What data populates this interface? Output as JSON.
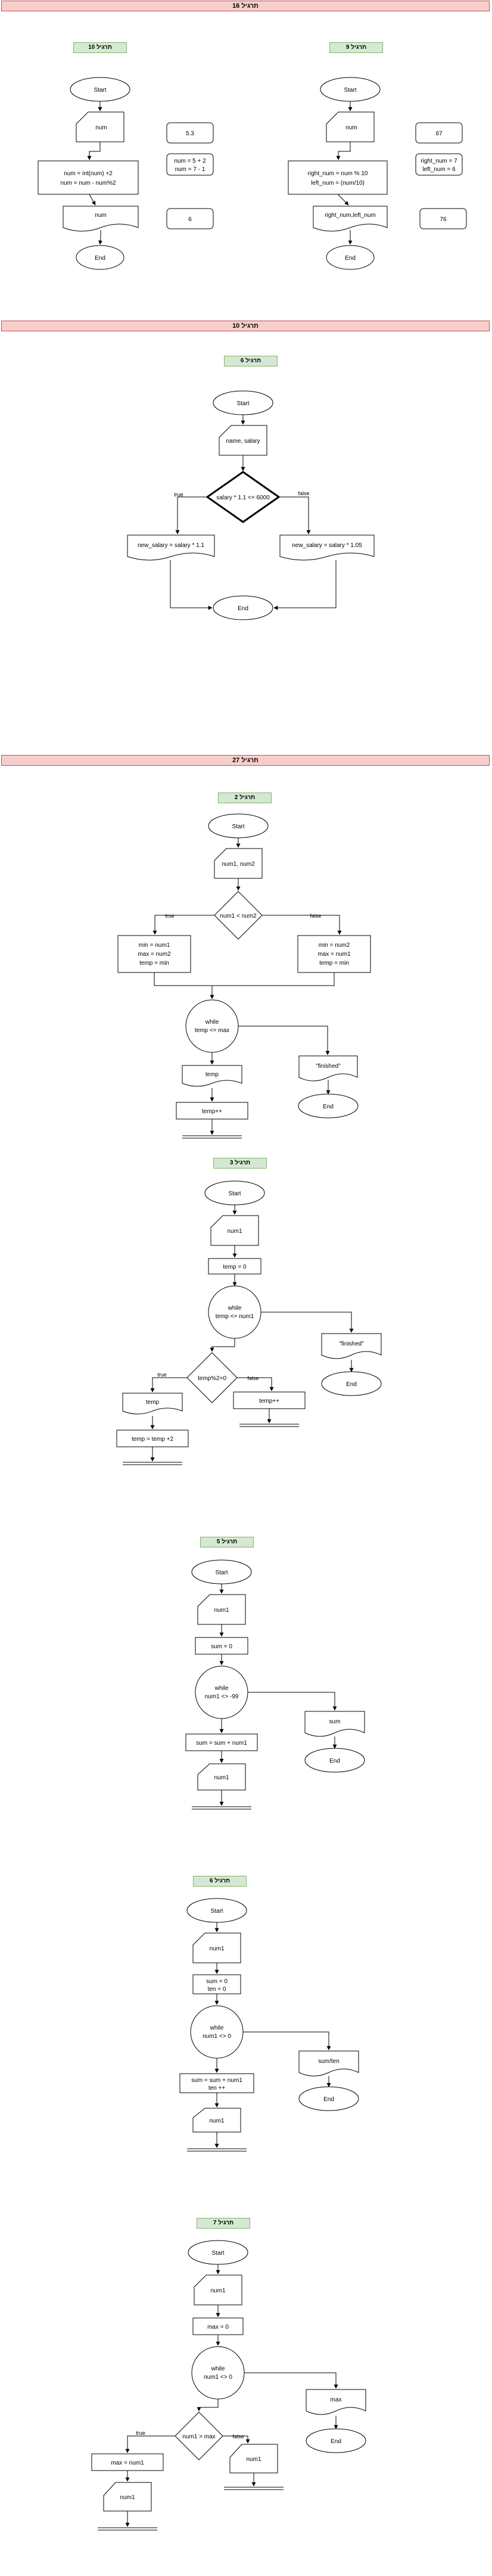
{
  "banners": {
    "b1": "16 תרגיל",
    "b2": "10 תרגיל",
    "b3": "27 תרגיל"
  },
  "tags": {
    "t1": "10 תרגיל",
    "t2": "9 תרגיל",
    "t3": "6 תרגיל",
    "t4": "2 תרגיל",
    "t5": "3 תרגיל",
    "t6": "5 תרגיל",
    "t7": "6 תרגיל",
    "t8": "7 תרגיל"
  },
  "common": {
    "start": "Start",
    "end": "End",
    "true": "true",
    "false": "false"
  },
  "d1": {
    "input": "num",
    "process_1": "num = int(num) +2",
    "process_2": "num = num - num%2",
    "output": "num",
    "box_a": "5.3",
    "box_b_1": "num = 5 + 2",
    "box_b_2": "num = 7 - 1",
    "box_c": "6"
  },
  "d2": {
    "input": "num",
    "process_1": "right_num = num % 10",
    "process_2": "left_num = (num/10)",
    "output": "right_num,left_num",
    "box_a": "67",
    "box_b_1": "right_num = 7",
    "box_b_2": "left_num = 6",
    "box_c": "76"
  },
  "d3": {
    "input": "name, salary",
    "cond": "salary * 1.1 <= 6000",
    "left": "new_salary = salary * 1.1",
    "right": "new_salary = salary * 1.05"
  },
  "d4": {
    "input": "num1, num2",
    "cond": "num1 < num2",
    "left_1": "min = num1",
    "left_2": "max = num2",
    "left_3": "temp = min",
    "right_1": "min = num2",
    "right_2": "max = num1",
    "right_3": "temp = min",
    "while_1": "while",
    "while_2": "temp <= max",
    "finished": "\"finished\"",
    "out": "temp",
    "inc": "temp++"
  },
  "d5": {
    "input": "num1",
    "init": "temp = 0",
    "while_1": "while",
    "while_2": "temp <= num1",
    "finished": "\"finished\"",
    "cond": "temp%2=0",
    "out": "temp",
    "inc_true": "temp = temp +2",
    "inc_false": "temp++"
  },
  "d6": {
    "input": "num1",
    "init": "sum = 0",
    "while_1": "while",
    "while_2": "num1 <> -99",
    "out": "sum",
    "add": "sum = sum + num1",
    "input2": "num1"
  },
  "d7": {
    "input": "num1",
    "init_1": "sum = 0",
    "init_2": "ten = 0",
    "while_1": "while",
    "while_2": "num1 <> 0",
    "out": "sum/ten",
    "add_1": "sum = sum + num1",
    "add_2": "ten ++",
    "input2": "num1"
  },
  "d8": {
    "input": "num1",
    "init": "max = 0",
    "while_1": "while",
    "while_2": "num1 <> 0",
    "out": "max",
    "cond": "num1 > max",
    "assign": "max = num1",
    "input2": "num1"
  }
}
